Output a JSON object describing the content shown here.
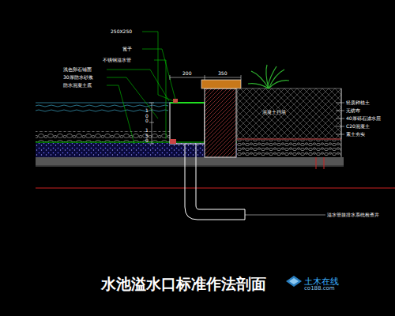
{
  "diagram": {
    "title": "水池溢水口标准作法剖面",
    "labels": [
      "250X250",
      "篦子",
      "不锈钢溢水管",
      "浅色卵石铺面",
      "30厚防水砂浆",
      "防水混凝土底",
      "200",
      "350",
      "轻质种植土",
      "无纺布",
      "40厚砾石滤水层",
      "C20混凝土",
      "素土夯实",
      "混凝土挡墙",
      "溢水管接排水系统检查井",
      "100",
      "150",
      "土木在线",
      "co188.com"
    ]
  }
}
